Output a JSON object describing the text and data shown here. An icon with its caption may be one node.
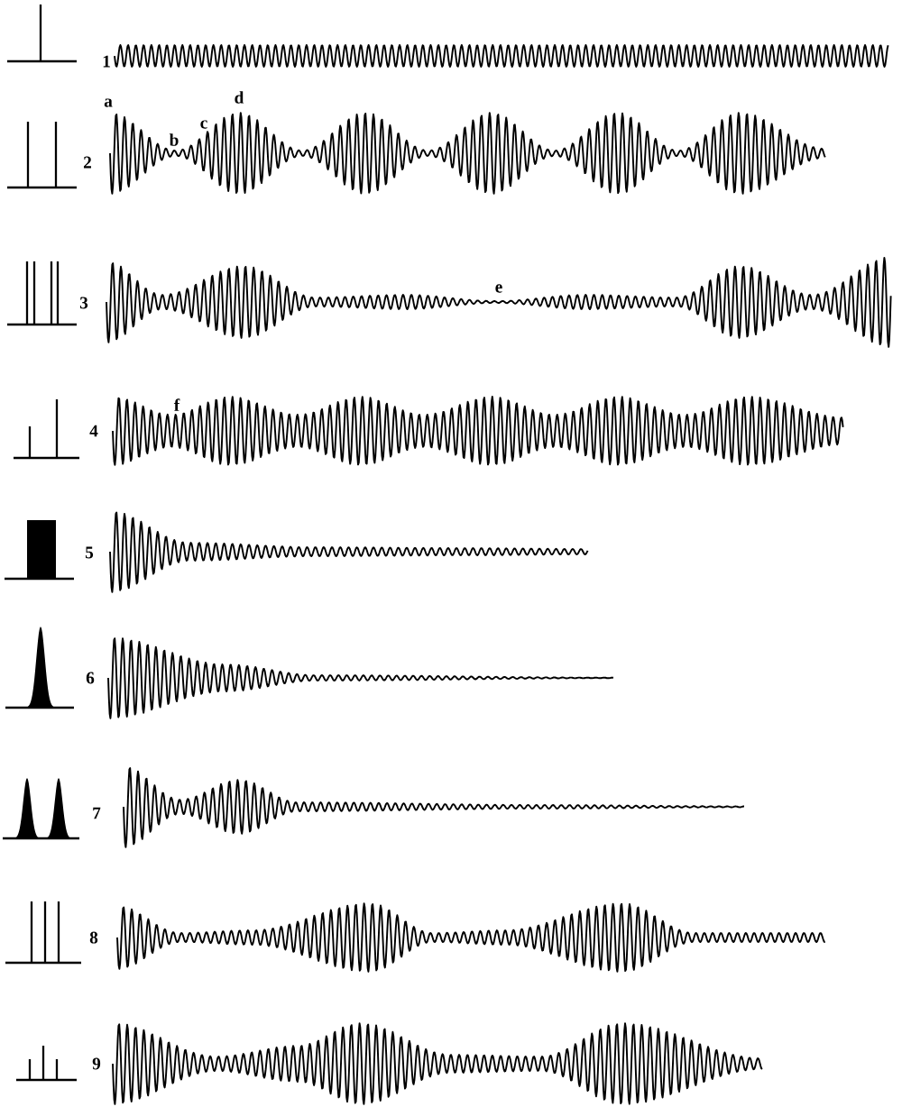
{
  "diagram": {
    "labels": [
      "1",
      "a",
      "d",
      "2",
      "b",
      "c",
      "3",
      "e",
      "4",
      "f",
      "5",
      "6",
      "7",
      "8",
      "9"
    ]
  }
}
